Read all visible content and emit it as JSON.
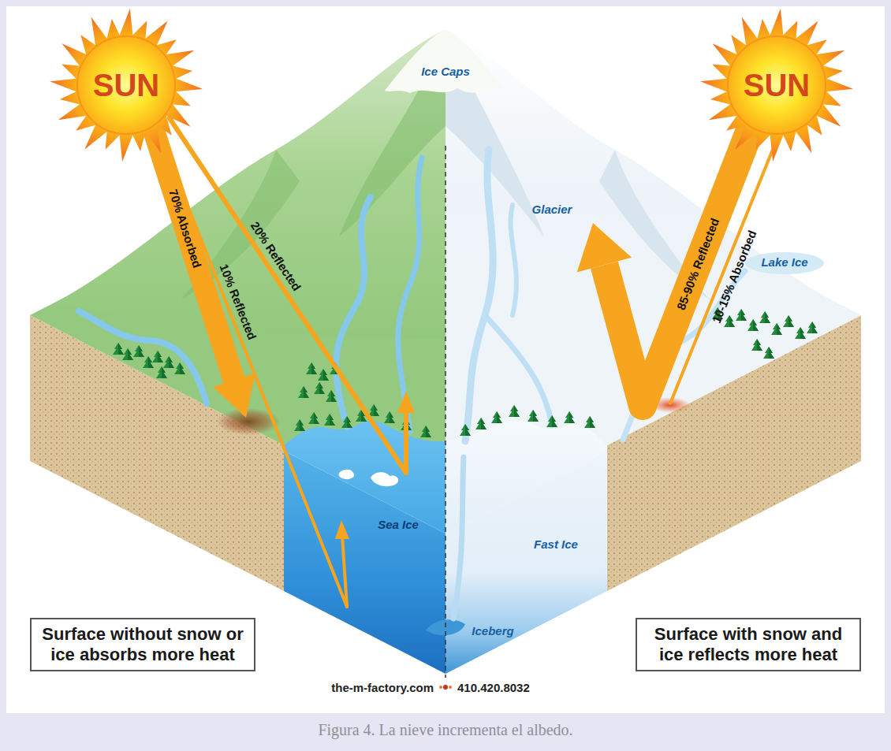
{
  "diagram": {
    "caption": "Figura 4. La nieve incrementa el albedo.",
    "nodes": [
      {
        "text": [
          "SUN"
        ]
      },
      {
        "text": [
          "SUN"
        ]
      },
      {
        "text": [
          "Surface without snow or ice absorbs more heat"
        ]
      },
      {
        "text": [
          "Surface with snow and ice reflects more heat"
        ]
      }
    ],
    "labels": [
      "Ice Caps",
      "70% Absorbed",
      "20% Reflected",
      "85-90% Reflected",
      "10-15% Absorbed",
      "10% Reflected",
      "Glacier",
      "Lake Ice",
      "Sea Ice",
      "Fast Ice",
      "Iceberg",
      "the-m-factory.com",
      "410.420.8032"
    ]
  }
}
